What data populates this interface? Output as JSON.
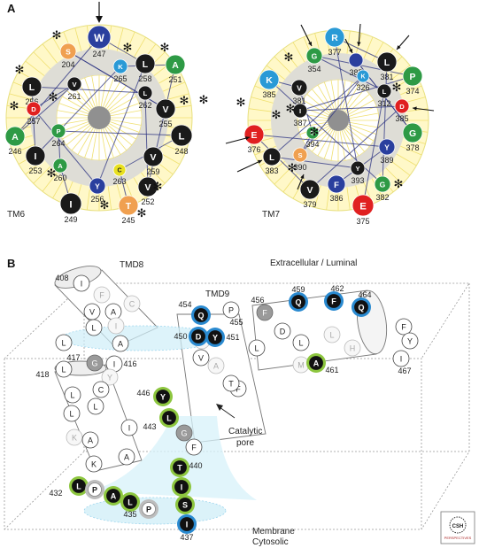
{
  "panel_a": {
    "label": "A",
    "wheels": [
      {
        "name": "TM6",
        "residues": [
          {
            "letter": "W",
            "number": "247",
            "fill": "#2a3f9e",
            "text": "#ffffff"
          },
          {
            "letter": "S",
            "number": "204",
            "fill": "#f0a050",
            "text": "#ffffff"
          },
          {
            "letter": "K",
            "number": "265",
            "fill": "#2a9ad6",
            "text": "#ffffff"
          },
          {
            "letter": "L",
            "number": "258",
            "fill": "#1a1a1a",
            "text": "#ffffff"
          },
          {
            "letter": "A",
            "number": "251",
            "fill": "#2e9a45",
            "text": "#ffffff"
          },
          {
            "letter": "L",
            "number": "256",
            "fill": "#1a1a1a",
            "text": "#ffffff"
          },
          {
            "letter": "V",
            "number": "261",
            "fill": "#1a1a1a",
            "text": "#ffffff"
          },
          {
            "letter": "L",
            "number": "262",
            "fill": "#1a1a1a",
            "text": "#ffffff"
          },
          {
            "letter": "V",
            "number": "255",
            "fill": "#1a1a1a",
            "text": "#ffffff"
          },
          {
            "letter": "D",
            "number": "257",
            "fill": "#e02020",
            "text": "#ffffff"
          },
          {
            "letter": "P",
            "number": "264",
            "fill": "#2e9a45",
            "text": "#ffffff"
          },
          {
            "letter": "L",
            "number": "248",
            "fill": "#1a1a1a",
            "text": "#ffffff"
          },
          {
            "letter": "A",
            "number": "246",
            "fill": "#2e9a45",
            "text": "#ffffff"
          },
          {
            "letter": "I",
            "number": "253",
            "fill": "#1a1a1a",
            "text": "#ffffff"
          },
          {
            "letter": "A",
            "number": "260",
            "fill": "#2e9a45",
            "text": "#ffffff"
          },
          {
            "letter": "V",
            "number": "259",
            "fill": "#1a1a1a",
            "text": "#ffffff"
          },
          {
            "letter": "C",
            "number": "263",
            "fill": "#e8e020",
            "text": "#222222"
          },
          {
            "letter": "V",
            "number": "252",
            "fill": "#1a1a1a",
            "text": "#ffffff"
          },
          {
            "letter": "Y",
            "number": "256",
            "fill": "#2a3f9e",
            "text": "#ffffff"
          },
          {
            "letter": "I",
            "number": "249",
            "fill": "#1a1a1a",
            "text": "#ffffff"
          },
          {
            "letter": "T",
            "number": "245",
            "fill": "#f0a050",
            "text": "#ffffff"
          }
        ]
      },
      {
        "name": "TM7",
        "residues": [
          {
            "letter": "R",
            "number": "377",
            "fill": "#2a9ad6",
            "text": "#ffffff"
          },
          {
            "letter": "G",
            "number": "354",
            "fill": "#2e9a45",
            "text": "#ffffff"
          },
          {
            "letter": "",
            "number": "385",
            "fill": "#2a3f9e",
            "text": "#ffffff"
          },
          {
            "letter": "L",
            "number": "381",
            "fill": "#1a1a1a",
            "text": "#ffffff"
          },
          {
            "letter": "P",
            "number": "374",
            "fill": "#2e9a45",
            "text": "#ffffff"
          },
          {
            "letter": "K",
            "number": "385",
            "fill": "#2a9ad6",
            "text": "#ffffff"
          },
          {
            "letter": "V",
            "number": "381",
            "fill": "#1a1a1a",
            "text": "#ffffff"
          },
          {
            "letter": "K",
            "number": "326",
            "fill": "#2a9ad6",
            "text": "#ffffff"
          },
          {
            "letter": "L",
            "number": "312",
            "fill": "#1a1a1a",
            "text": "#ffffff"
          },
          {
            "letter": "I",
            "number": "387",
            "fill": "#1a1a1a",
            "text": "#ffffff"
          },
          {
            "letter": "D",
            "number": "385",
            "fill": "#e02020",
            "text": "#ffffff"
          },
          {
            "letter": "G",
            "number": "394",
            "fill": "#2e9a45",
            "text": "#ffffff"
          },
          {
            "letter": "E",
            "number": "376",
            "fill": "#e02020",
            "text": "#ffffff"
          },
          {
            "letter": "G",
            "number": "378",
            "fill": "#2e9a45",
            "text": "#ffffff"
          },
          {
            "letter": "S",
            "number": "390",
            "fill": "#f0a050",
            "text": "#ffffff"
          },
          {
            "letter": "Y",
            "number": "389",
            "fill": "#2a3f9e",
            "text": "#ffffff"
          },
          {
            "letter": "L",
            "number": "383",
            "fill": "#1a1a1a",
            "text": "#ffffff"
          },
          {
            "letter": "Y",
            "number": "393",
            "fill": "#1a1a1a",
            "text": "#ffffff"
          },
          {
            "letter": "G",
            "number": "382",
            "fill": "#2e9a45",
            "text": "#ffffff"
          },
          {
            "letter": "V",
            "number": "379",
            "fill": "#1a1a1a",
            "text": "#ffffff"
          },
          {
            "letter": "F",
            "number": "386",
            "fill": "#2a3f9e",
            "text": "#ffffff"
          },
          {
            "letter": "E",
            "number": "375",
            "fill": "#e02020",
            "text": "#ffffff"
          }
        ]
      }
    ]
  },
  "panel_b": {
    "label": "B",
    "labels": {
      "tmd8": "TMD8",
      "tmd9": "TMD9",
      "extracellular": "Extracellular / Luminal",
      "membrane": "Membrane",
      "cytosolic": "Cytosolic",
      "catalytic_line1": "Catalytic",
      "catalytic_line2": "pore"
    },
    "residues": [
      {
        "letter": "I",
        "number": "408",
        "style": "white"
      },
      {
        "letter": "F",
        "number": "",
        "style": "ghost"
      },
      {
        "letter": "C",
        "number": "",
        "style": "ghost"
      },
      {
        "letter": "V",
        "number": "",
        "style": "white"
      },
      {
        "letter": "A",
        "number": "",
        "style": "white"
      },
      {
        "letter": "I",
        "number": "",
        "style": "ghost"
      },
      {
        "letter": "L",
        "number": "",
        "style": "white"
      },
      {
        "letter": "A",
        "number": "",
        "style": "white"
      },
      {
        "letter": "L",
        "number": "",
        "style": "white"
      },
      {
        "letter": "G",
        "number": "417",
        "style": "grey"
      },
      {
        "letter": "I",
        "number": "416",
        "style": "white"
      },
      {
        "letter": "L",
        "number": "418",
        "style": "white"
      },
      {
        "letter": "Y",
        "number": "",
        "style": "ghost"
      },
      {
        "letter": "C",
        "number": "",
        "style": "white"
      },
      {
        "letter": "L",
        "number": "",
        "style": "white"
      },
      {
        "letter": "L",
        "number": "",
        "style": "white"
      },
      {
        "letter": "L",
        "number": "",
        "style": "white"
      },
      {
        "letter": "I",
        "number": "",
        "style": "white"
      },
      {
        "letter": "K",
        "number": "",
        "style": "ghost"
      },
      {
        "letter": "A",
        "number": "",
        "style": "white"
      },
      {
        "letter": "K",
        "number": "",
        "style": "white"
      },
      {
        "letter": "A",
        "number": "",
        "style": "white"
      },
      {
        "letter": "L",
        "number": "432",
        "style": "green"
      },
      {
        "letter": "P",
        "number": "",
        "style": "greyring"
      },
      {
        "letter": "A",
        "number": "",
        "style": "green"
      },
      {
        "letter": "L",
        "number": "435",
        "style": "green"
      },
      {
        "letter": "P",
        "number": "",
        "style": "greyring"
      },
      {
        "letter": "I",
        "number": "437",
        "style": "blue"
      },
      {
        "letter": "S",
        "number": "",
        "style": "green"
      },
      {
        "letter": "I",
        "number": "",
        "style": "green"
      },
      {
        "letter": "T",
        "number": "440",
        "style": "green"
      },
      {
        "letter": "F",
        "number": "",
        "style": "white"
      },
      {
        "letter": "G",
        "number": "",
        "style": "grey"
      },
      {
        "letter": "L",
        "number": "443",
        "style": "green"
      },
      {
        "letter": "Y",
        "number": "446",
        "style": "green"
      },
      {
        "letter": "F",
        "number": "",
        "style": "white"
      },
      {
        "letter": "T",
        "number": "",
        "style": "white"
      },
      {
        "letter": "A",
        "number": "",
        "style": "ghost"
      },
      {
        "letter": "V",
        "number": "",
        "style": "white"
      },
      {
        "letter": "F",
        "number": "",
        "style": "ghost"
      },
      {
        "letter": "L",
        "number": "",
        "style": "white"
      },
      {
        "letter": "Y",
        "number": "451",
        "style": "blue"
      },
      {
        "letter": "D",
        "number": "450",
        "style": "blue"
      },
      {
        "letter": "Q",
        "number": "454",
        "style": "blue"
      },
      {
        "letter": "P",
        "number": "455",
        "style": "white"
      },
      {
        "letter": "F",
        "number": "456",
        "style": "grey"
      },
      {
        "letter": "D",
        "number": "",
        "style": "white"
      },
      {
        "letter": "L",
        "number": "",
        "style": "white"
      },
      {
        "letter": "M",
        "number": "",
        "style": "ghost"
      },
      {
        "letter": "A",
        "number": "461",
        "style": "green"
      },
      {
        "letter": "L",
        "number": "",
        "style": "ghost"
      },
      {
        "letter": "Q",
        "number": "459",
        "style": "blue"
      },
      {
        "letter": "F",
        "number": "462",
        "style": "blue"
      },
      {
        "letter": "Q",
        "number": "464",
        "style": "blue"
      },
      {
        "letter": "H",
        "number": "",
        "style": "ghost"
      },
      {
        "letter": "F",
        "number": "",
        "style": "white"
      },
      {
        "letter": "Y",
        "number": "",
        "style": "white"
      },
      {
        "letter": "I",
        "number": "467",
        "style": "white"
      }
    ]
  },
  "logo": {
    "line1": "CSH",
    "line2": "PERSPECTIVES"
  }
}
